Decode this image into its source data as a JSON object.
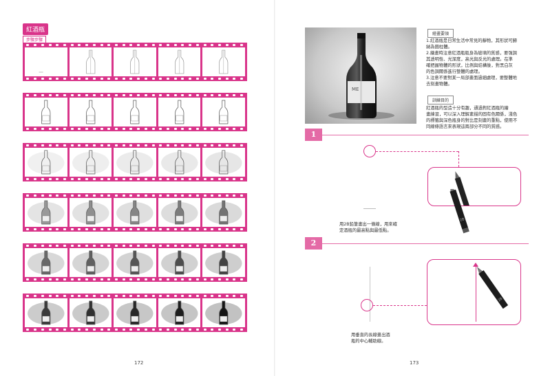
{
  "left_page": {
    "title": "紅酒瓶",
    "steps_tag": "步驟步驟",
    "page_number": "172"
  },
  "right_page": {
    "page_number": "173",
    "section1": {
      "label": "繪畫要領",
      "lines": [
        "1.紅酒瓶是日常生活中常見的靜物，其形狀可歸",
        "   納為圓柱體。",
        "2.繪畫時注意紅酒瓶瓶身為玻璃的質感，要強調",
        "   其透明性、光潔度，高光與反光的處理。在準",
        "   確把握物體的形狀，比例與結構後，對黑白灰",
        "   的色調關係進行整體的處理。",
        "3.注意不要對某一局部畫面過細處理，要整體地",
        "   去刻畫物體。"
      ]
    },
    "section2": {
      "label": "訓練目的",
      "lines": [
        "   紅酒瓶的型造十分有趣，通過對紅酒瓶的繪",
        "畫練習，可以深入理解素描的固有色關係，淺色",
        "的標籤與深色瓶身的對比是刻畫的重點，使用不",
        "同線條語言來表現這兩部分不同的質感。"
      ]
    },
    "steps": [
      {
        "number": "1",
        "caption": [
          "用2B鉛筆畫出一條線，用來確",
          "定酒瓶的最高點與最低點。"
        ]
      },
      {
        "number": "2",
        "caption": [
          "用垂直的長線畫出酒",
          "瓶的中心輔助線。"
        ]
      }
    ]
  },
  "colors": {
    "accent": "#d9348a",
    "step_badge": "#e46aa6"
  },
  "icons": [
    "pencil-icon",
    "wine-bottle-icon"
  ]
}
